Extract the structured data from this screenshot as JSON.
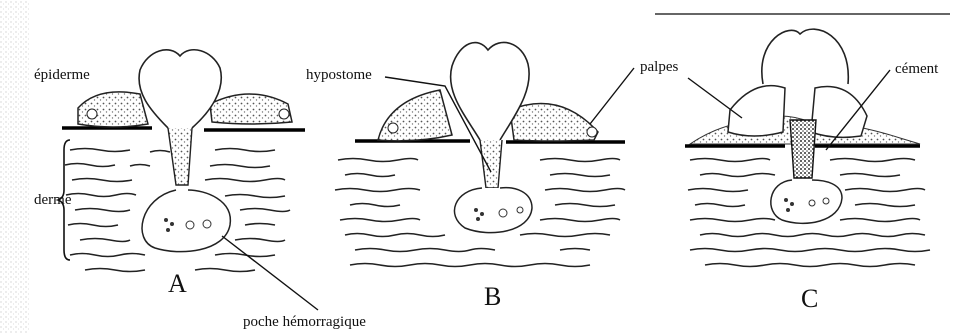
{
  "labels": {
    "epiderme": "épiderme",
    "derme": "derme",
    "hypostome": "hypostome",
    "palpes": "palpes",
    "cement": "cément",
    "poche": "poche hémorragique"
  },
  "panels": {
    "a": "A",
    "b": "B",
    "c": "C"
  }
}
